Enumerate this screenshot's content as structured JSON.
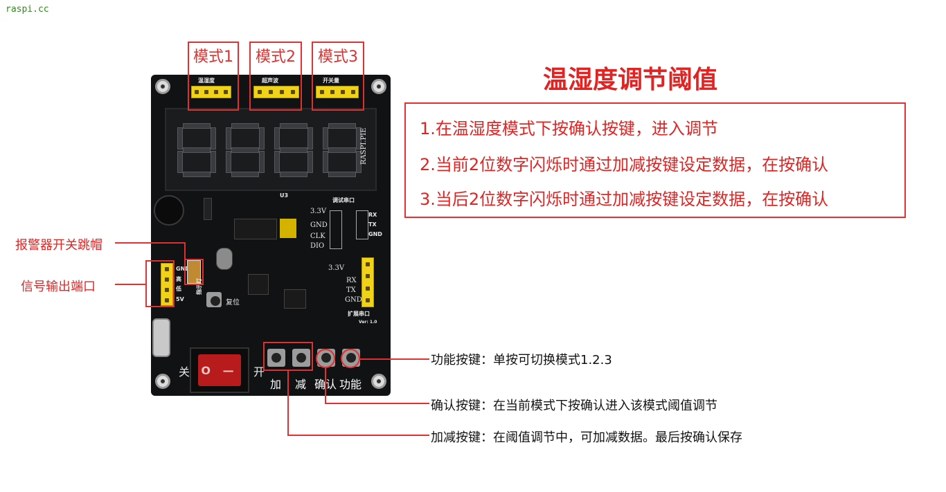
{
  "watermark": "raspi.cc",
  "title": "温湿度调节阈值",
  "modes": [
    "模式1",
    "模式2",
    "模式3"
  ],
  "steps": [
    "1.在温湿度模式下按确认按键，进入调节",
    "2.当前2位数字闪烁时通过加减按键设定数据，在按确认",
    "3.当后2位数字闪烁时通过加减按键设定数据，在按确认"
  ],
  "left_labels": {
    "alarm_jumper": "报警器开关跳帽",
    "signal_port": "信号输出端口"
  },
  "right_labels": {
    "function_key": "功能按键：单按可切换模式1.2.3",
    "confirm_key": "确认按键：在当前模式下按确认进入该模式阈值调节",
    "plus_minus_key": "加减按键：在阈值调节中，可加减数据。最后按确认保存"
  },
  "board": {
    "header_labels": [
      "温湿度",
      "超声波",
      "开关量"
    ],
    "brand": "RASPI.PIE",
    "display_ref": "U3",
    "debug_port": "调试串口",
    "expand_port": "扩展串口",
    "version": "Ver: 1.0",
    "pins_left": [
      "3.3V",
      "GND",
      "CLK",
      "DIO"
    ],
    "pins_right_debug": [
      "RX",
      "TX",
      "GND"
    ],
    "pins_expand": [
      "3.3V",
      "RX",
      "TX",
      "GND"
    ],
    "signal_pins": [
      "GND",
      "高",
      "低",
      "5V"
    ],
    "reset_label": "复位",
    "indicator_label": "指示灯",
    "switch_off": "关",
    "switch_on": "开",
    "switch_face": "O —",
    "button_labels": [
      "加",
      "减",
      "确认",
      "功能"
    ]
  },
  "colors": {
    "accent": "#e02424",
    "board": "#111214",
    "header_yellow": "#f1d21a",
    "switch_red": "#b81b1b",
    "watermark": "#2e8b1e"
  }
}
